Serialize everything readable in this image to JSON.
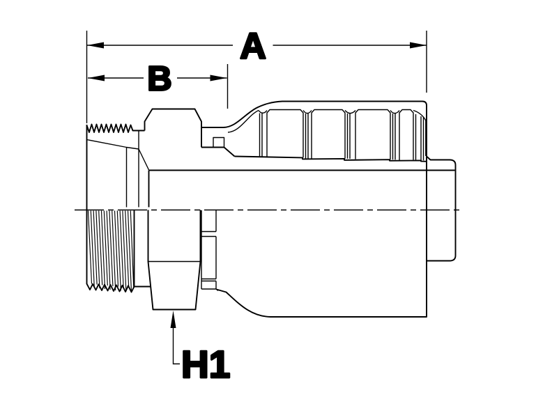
{
  "diagram": {
    "description": "Technical half-section line drawing of a crimp-style hydraulic hose fitting with male thread, hex nut and ribbed crimp ferrule",
    "labels": {
      "a": "A",
      "b": "B",
      "h1": "H1"
    },
    "colors": {
      "line": "#000000",
      "background": "#ffffff"
    }
  }
}
